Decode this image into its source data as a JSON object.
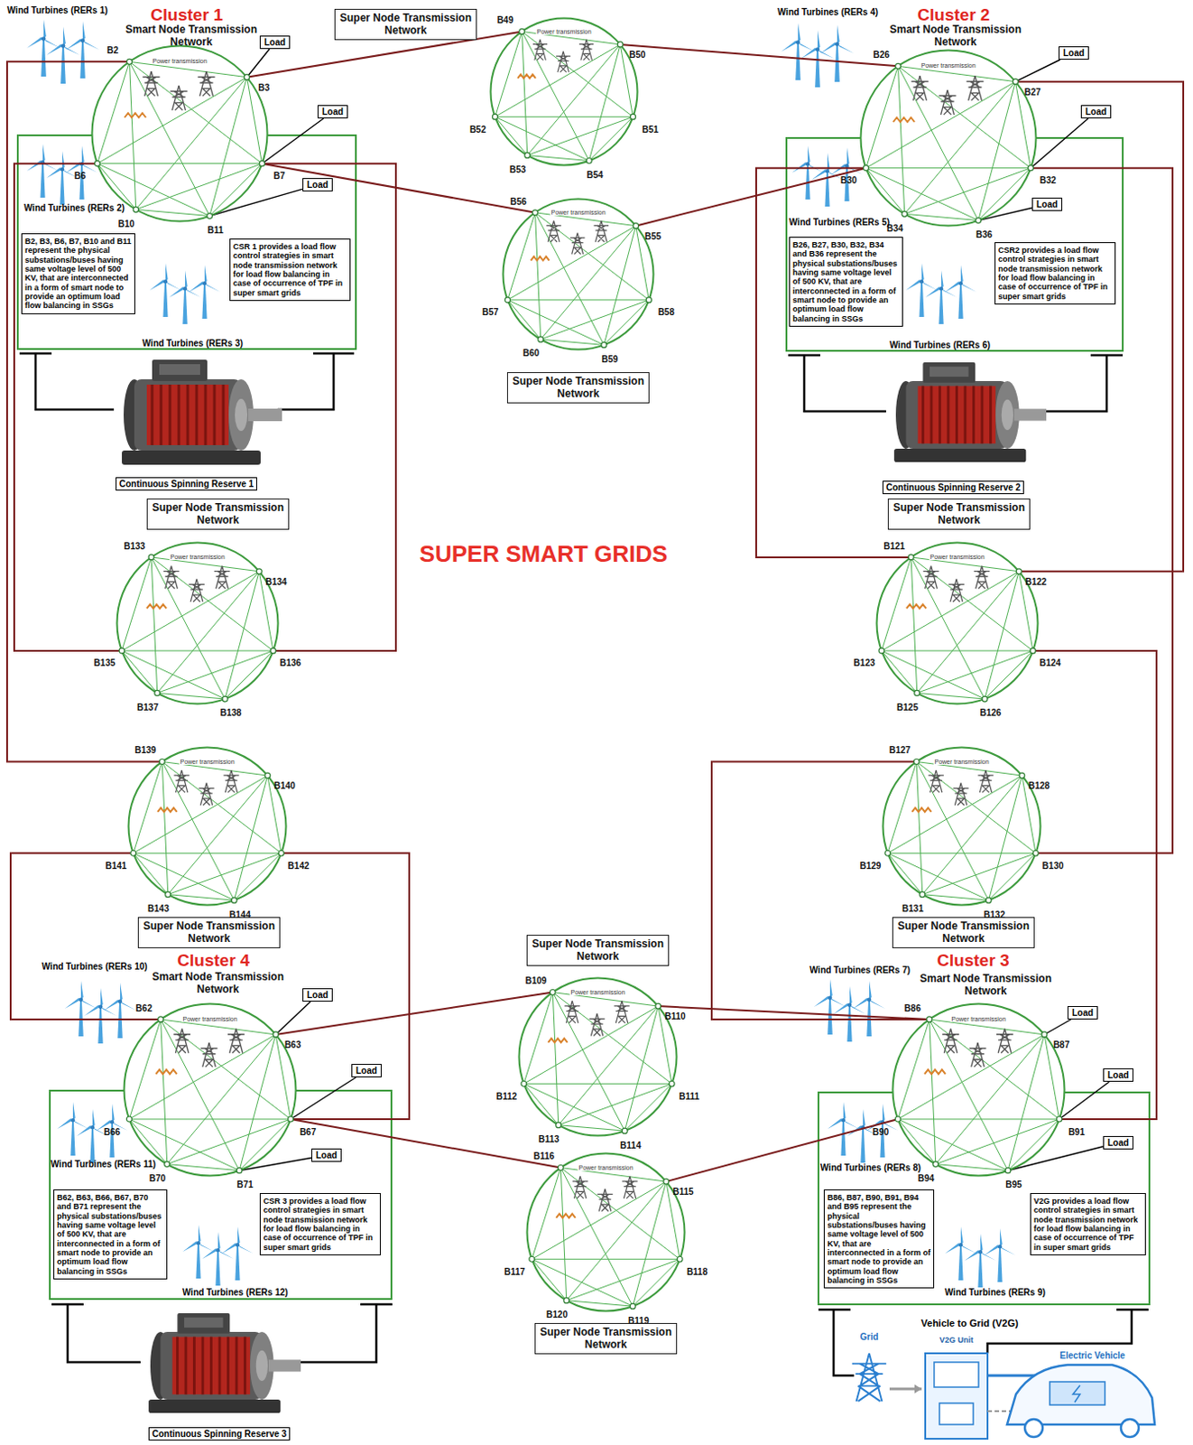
{
  "diagram": {
    "title": "SUPER SMART GRIDS",
    "nodes": [
      {
        "text": [
          "Power transmission"
        ]
      },
      {
        "text": [
          "Power transmission"
        ]
      },
      {
        "text": [
          "Power transmission"
        ]
      },
      {
        "text": [
          "Power transmission"
        ]
      },
      {
        "text": [
          "Power transmission"
        ]
      },
      {
        "text": [
          "Power transmission"
        ]
      },
      {
        "text": [
          "Power transmission"
        ]
      },
      {
        "text": [
          "Power transmission"
        ]
      },
      {
        "text": [
          "Power transmission"
        ]
      },
      {
        "text": [
          "Power transmission"
        ]
      },
      {
        "text": [
          "Power transmission"
        ]
      },
      {
        "text": [
          "Power transmission"
        ]
      },
      {
        "text": [
          "Super Node Transmission Network"
        ]
      },
      {
        "text": [
          "Super Node Transmission Network"
        ]
      },
      {
        "text": [
          "Super Node Transmission Network"
        ]
      },
      {
        "text": [
          "Super Node Transmission Network"
        ]
      },
      {
        "text": [
          "Super Node Transmission Network"
        ]
      },
      {
        "text": [
          "Super Node Transmission Network"
        ]
      },
      {
        "text": [
          "Super Node Transmission Network"
        ]
      },
      {
        "text": [
          "Super Node Transmission Network"
        ]
      },
      {
        "text": [
          "Load"
        ]
      },
      {
        "text": [
          "Load"
        ]
      },
      {
        "text": [
          "Load"
        ]
      },
      {
        "text": [
          "Load"
        ]
      },
      {
        "text": [
          "Load"
        ]
      },
      {
        "text": [
          "Load"
        ]
      },
      {
        "text": [
          "Load"
        ]
      },
      {
        "text": [
          "Load"
        ]
      },
      {
        "text": [
          "Load"
        ]
      },
      {
        "text": [
          "Load"
        ]
      },
      {
        "text": [
          "Load"
        ]
      },
      {
        "text": [
          "Load"
        ]
      },
      {
        "text": [
          "B2, B3, B6, B7, B10 and B11 represent the physical substations/buses having same voltage level of 500 KV, that are interconnected in a form of smart node to provide an optimum load flow balancing in SSGs"
        ]
      },
      {
        "text": [
          "CSR 1 provides a load flow control strategies in smart node transmission network for load flow balancing in case of occurrence of TPF in super smart grids"
        ]
      },
      {
        "text": [
          "B26, B27, B30, B32, B34 and B36 represent the physical substations/buses having same voltage level of 500 KV, that are interconnected in a form of smart node to provide an optimum load flow balancing in SSGs"
        ]
      },
      {
        "text": [
          "CSR2 provides a load flow control strategies in smart node transmission network for load flow balancing in case of occurrence of TPF in super smart grids"
        ]
      },
      {
        "text": [
          "B62, B63, B66, B67, B70 and B71 represent the physical substations/buses having same voltage level of 500 KV, that are interconnected in a form of smart node to provide an optimum load flow balancing in SSGs"
        ]
      },
      {
        "text": [
          "CSR 3 provides a load flow control strategies in smart node transmission network for load flow balancing in case of occurrence of TPF in super smart grids"
        ]
      },
      {
        "text": [
          "B86, B87, B90, B91, B94 and B95 represent the physical substations/buses having same voltage level of 500 KV, that are interconnected in a form of smart node to provide an optimum load flow balancing in SSGs"
        ]
      },
      {
        "text": [
          "V2G provides a load flow control strategies in smart node transmission network for load flow balancing in case of occurrence of TPF in super smart grids"
        ]
      },
      {
        "text": [
          "Continuous Spinning Reserve 1"
        ]
      },
      {
        "text": [
          "Continuous Spinning Reserve 2"
        ]
      },
      {
        "text": [
          "Continuous Spinning Reserve 3"
        ]
      }
    ],
    "edges": [
      {
        "from": 0,
        "to": 1,
        "arrow": "none"
      },
      {
        "from": 1,
        "to": 2,
        "arrow": "none"
      },
      {
        "from": 0,
        "to": 3,
        "arrow": "none"
      },
      {
        "from": 3,
        "to": 2,
        "arrow": "none"
      },
      {
        "from": 0,
        "to": 6,
        "arrow": "none"
      },
      {
        "from": 0,
        "to": 4,
        "arrow": "none"
      },
      {
        "from": 0,
        "to": 4,
        "arrow": "none"
      },
      {
        "from": 2,
        "to": 5,
        "arrow": "none"
      },
      {
        "from": 2,
        "to": 7,
        "arrow": "none"
      },
      {
        "from": 2,
        "to": 5,
        "arrow": "none"
      },
      {
        "from": 7,
        "to": 10,
        "arrow": "none"
      },
      {
        "from": 8,
        "to": 6,
        "arrow": "none"
      },
      {
        "from": 8,
        "to": 9,
        "arrow": "none"
      },
      {
        "from": 9,
        "to": 10,
        "arrow": "none"
      },
      {
        "from": 8,
        "to": 11,
        "arrow": "none"
      },
      {
        "from": 11,
        "to": 10,
        "arrow": "none"
      },
      {
        "from": 10,
        "to": 5,
        "arrow": "none"
      },
      {
        "from": 6,
        "to": 8,
        "arrow": "none"
      },
      {
        "from": 20,
        "to": 0,
        "arrow": "none"
      },
      {
        "from": 21,
        "to": 0,
        "arrow": "none"
      },
      {
        "from": 22,
        "to": 0,
        "arrow": "none"
      },
      {
        "from": 23,
        "to": 2,
        "arrow": "none"
      },
      {
        "from": 24,
        "to": 2,
        "arrow": "none"
      },
      {
        "from": 25,
        "to": 2,
        "arrow": "none"
      },
      {
        "from": 26,
        "to": 8,
        "arrow": "none"
      },
      {
        "from": 27,
        "to": 8,
        "arrow": "none"
      },
      {
        "from": 28,
        "to": 8,
        "arrow": "none"
      },
      {
        "from": 29,
        "to": 10,
        "arrow": "none"
      },
      {
        "from": 30,
        "to": 10,
        "arrow": "none"
      },
      {
        "from": 31,
        "to": 10,
        "arrow": "none"
      }
    ],
    "labels": [
      "B2",
      "B3",
      "B6",
      "B7",
      "B10",
      "B11",
      "B49",
      "B50",
      "B52",
      "B51",
      "B53",
      "B54",
      "B26",
      "B27",
      "B30",
      "B32",
      "B34",
      "B36",
      "B56",
      "B55",
      "B57",
      "B58",
      "B60",
      "B59",
      "B133",
      "B134",
      "B135",
      "B136",
      "B137",
      "B138",
      "B121",
      "B122",
      "B123",
      "B124",
      "B125",
      "B126",
      "B139",
      "B140",
      "B141",
      "B142",
      "B143",
      "B144",
      "B127",
      "B128",
      "B129",
      "B130",
      "B131",
      "B132",
      "B62",
      "B63",
      "B66",
      "B67",
      "B70",
      "B71",
      "B109",
      "B110",
      "B112",
      "B111",
      "B113",
      "B114",
      "B86",
      "B87",
      "B90",
      "B91",
      "B94",
      "B95",
      "B116",
      "B115",
      "B117",
      "B118",
      "B120",
      "B119",
      "Cluster 1",
      "Smart Node Transmission Network",
      "Wind Turbines (RERs 1)",
      "Wind Turbines (RERs 2)",
      "Wind Turbines (RERs 3)",
      "Cluster 2",
      "Smart Node Transmission Network",
      "Wind Turbines (RERs 4)",
      "Wind Turbines (RERs 5)",
      "Wind Turbines (RERs 6)",
      "Cluster 4",
      "Smart Node Transmission Network",
      "Wind Turbines (RERs 10)",
      "Wind Turbines (RERs 11)",
      "Wind Turbines (RERs 12)",
      "Cluster 3",
      "Smart Node Transmission Network",
      "Wind Turbines (RERs 7)",
      "Wind Turbines (RERs 8)",
      "Wind Turbines (RERs 9)",
      "Grid",
      "Vehicle to Grid (V2G)",
      "V2G Unit",
      "Electric Vehicle"
    ]
  }
}
